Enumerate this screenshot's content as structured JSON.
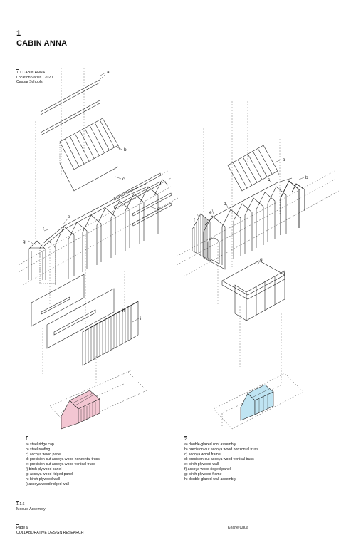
{
  "header": {
    "number": "1",
    "title": "CABIN ANNA"
  },
  "project": {
    "code": "1.1 CABIN ANNA",
    "location": "Location Varies | 2020",
    "school": "Caspar Schools"
  },
  "callouts_left": [
    "a",
    "b",
    "c",
    "d",
    "e",
    "f",
    "g",
    "h",
    "i"
  ],
  "callouts_right": [
    "a",
    "b",
    "c",
    "d",
    "e",
    "f",
    "g",
    "h"
  ],
  "legend_1": {
    "number": "1",
    "items": [
      "a) steel ridge cap",
      "b) steel roofing",
      "c) accoya wood panel",
      "d) precision-cut accoya wood horizontal truss",
      "e) precision-cut accoya wood vertical truss",
      "f) birch plywood panel",
      "g) accoya wood ridged panel",
      "h) birch plywood wall",
      "i) accoya wood ridged wall"
    ]
  },
  "legend_2": {
    "number": "2",
    "items": [
      "a) double-glazed roof assembly",
      "b) precision-cut accoya wood horizontal truss",
      "c) accoya wood frame",
      "d) precision-cut accoya wood vertical truss",
      "e) birch plywood wall",
      "f) accoya wood ridged panel",
      "g) birch plywood frame",
      "h) double-glazed wall assembly"
    ]
  },
  "figure_caption": {
    "code": "1.1.6",
    "text": "Module Assembly"
  },
  "footer": {
    "page": "Page 6",
    "course": "COLLABORATIVE DESIGN RESEARCH",
    "author": "Keane Chua"
  },
  "colors": {
    "ink": "#222222",
    "pink_fill": "#f3c6d2",
    "blue_fill": "#bfe4f2"
  }
}
